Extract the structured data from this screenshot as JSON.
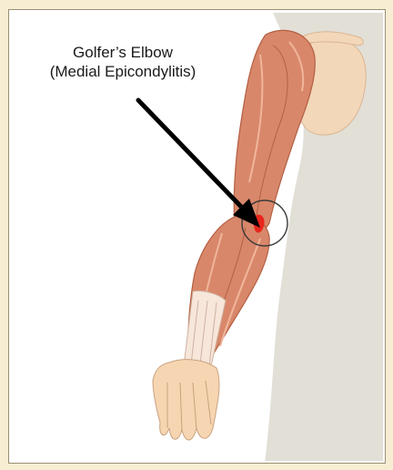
{
  "label": {
    "line1": "Golfer’s Elbow",
    "line2": "(Medial Epicondylitis)"
  },
  "colors": {
    "page_background": "#f6edd2",
    "frame_border": "#9a8f74",
    "torso": "#e2dfd7",
    "muscle": "#d9876a",
    "muscle_dark": "#b35f43",
    "muscle_light": "#f0b69c",
    "tendon": "#f7e6da",
    "bone": "#f3d7b9",
    "skin_hand": "#f6d5b2",
    "injury": "#e8261b",
    "arrow": "#000000"
  },
  "icons": {
    "arrow": "pointer-arrow",
    "highlight": "injury-circle"
  }
}
